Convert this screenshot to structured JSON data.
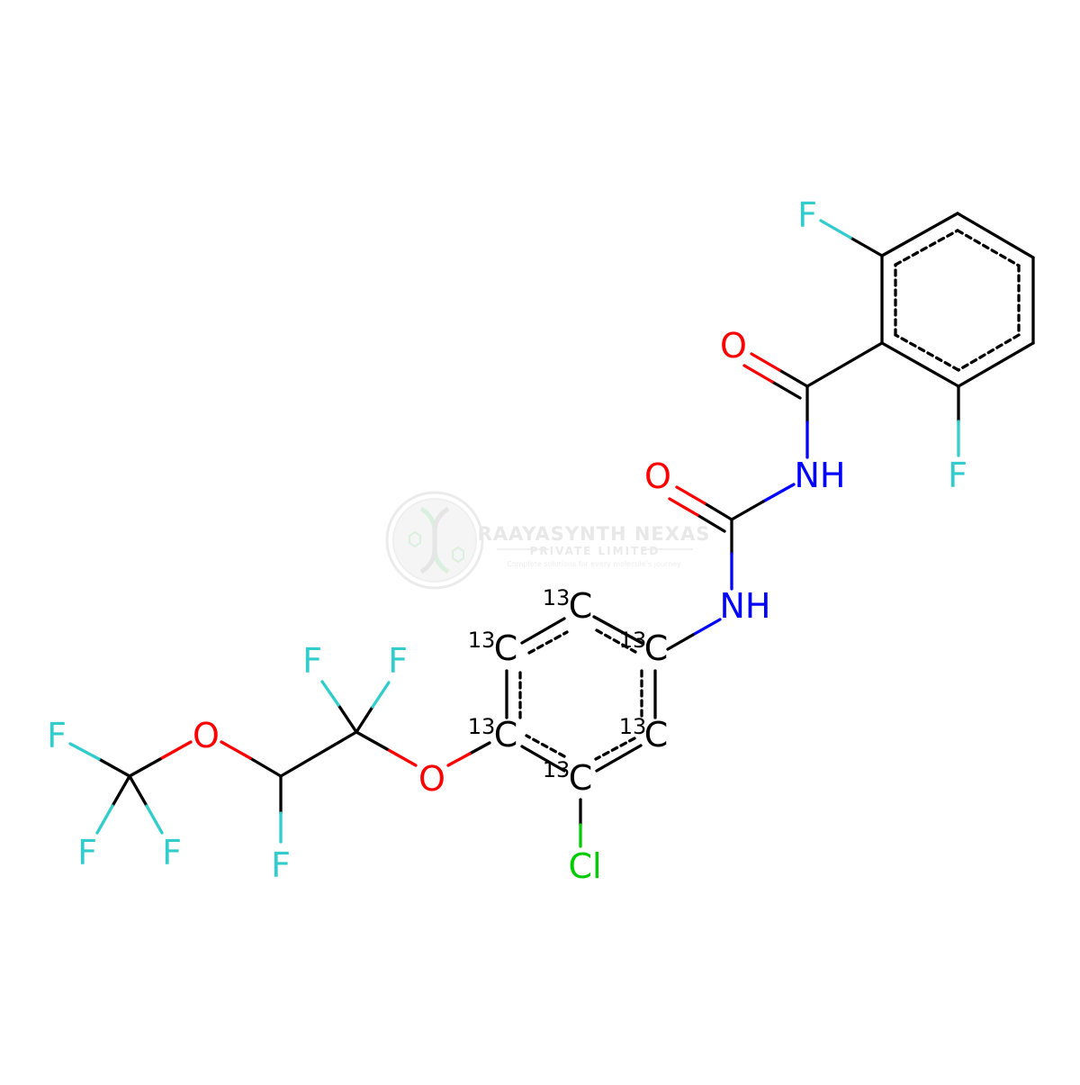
{
  "colors": {
    "bond": "#000000",
    "C": "#000000",
    "N": "#0000FF",
    "O": "#FF0000",
    "F": "#33CCCC",
    "Cl": "#00CC00",
    "watermark": "#d3d3d3"
  },
  "watermark": {
    "name": "RAAYASYNTH NEXAS",
    "subtitle": "PRIVATE LIMITED",
    "tagline": "Complete solutions for every molecule's journey",
    "logo_icon": "dna-helix-logo-icon"
  },
  "molecule": {
    "atoms": [
      {
        "id": "F1",
        "label": "F",
        "element": "F"
      },
      {
        "id": "O_carbonyl1",
        "label": "O",
        "element": "O"
      },
      {
        "id": "NH1",
        "label": "NH",
        "element": "N"
      },
      {
        "id": "F2",
        "label": "F",
        "element": "F"
      },
      {
        "id": "O_carbonyl2",
        "label": "O",
        "element": "O"
      },
      {
        "id": "NH2",
        "label": "NH",
        "element": "N"
      },
      {
        "id": "C13_1",
        "label": "C",
        "isotope": "13",
        "element": "C"
      },
      {
        "id": "C13_2",
        "label": "C",
        "isotope": "13",
        "element": "C"
      },
      {
        "id": "C13_3",
        "label": "C",
        "isotope": "13",
        "element": "C"
      },
      {
        "id": "C13_4",
        "label": "C",
        "isotope": "13",
        "element": "C"
      },
      {
        "id": "C13_5",
        "label": "C",
        "isotope": "13",
        "element": "C"
      },
      {
        "id": "C13_6",
        "label": "C",
        "isotope": "13",
        "element": "C"
      },
      {
        "id": "Cl",
        "label": "Cl",
        "element": "Cl"
      },
      {
        "id": "O_ether1",
        "label": "O",
        "element": "O"
      },
      {
        "id": "F3",
        "label": "F",
        "element": "F"
      },
      {
        "id": "F4",
        "label": "F",
        "element": "F"
      },
      {
        "id": "O_ether2",
        "label": "O",
        "element": "O"
      },
      {
        "id": "F5",
        "label": "F",
        "element": "F"
      },
      {
        "id": "F6",
        "label": "F",
        "element": "F"
      },
      {
        "id": "F7",
        "label": "F",
        "element": "F"
      },
      {
        "id": "F8",
        "label": "F",
        "element": "F"
      }
    ]
  }
}
